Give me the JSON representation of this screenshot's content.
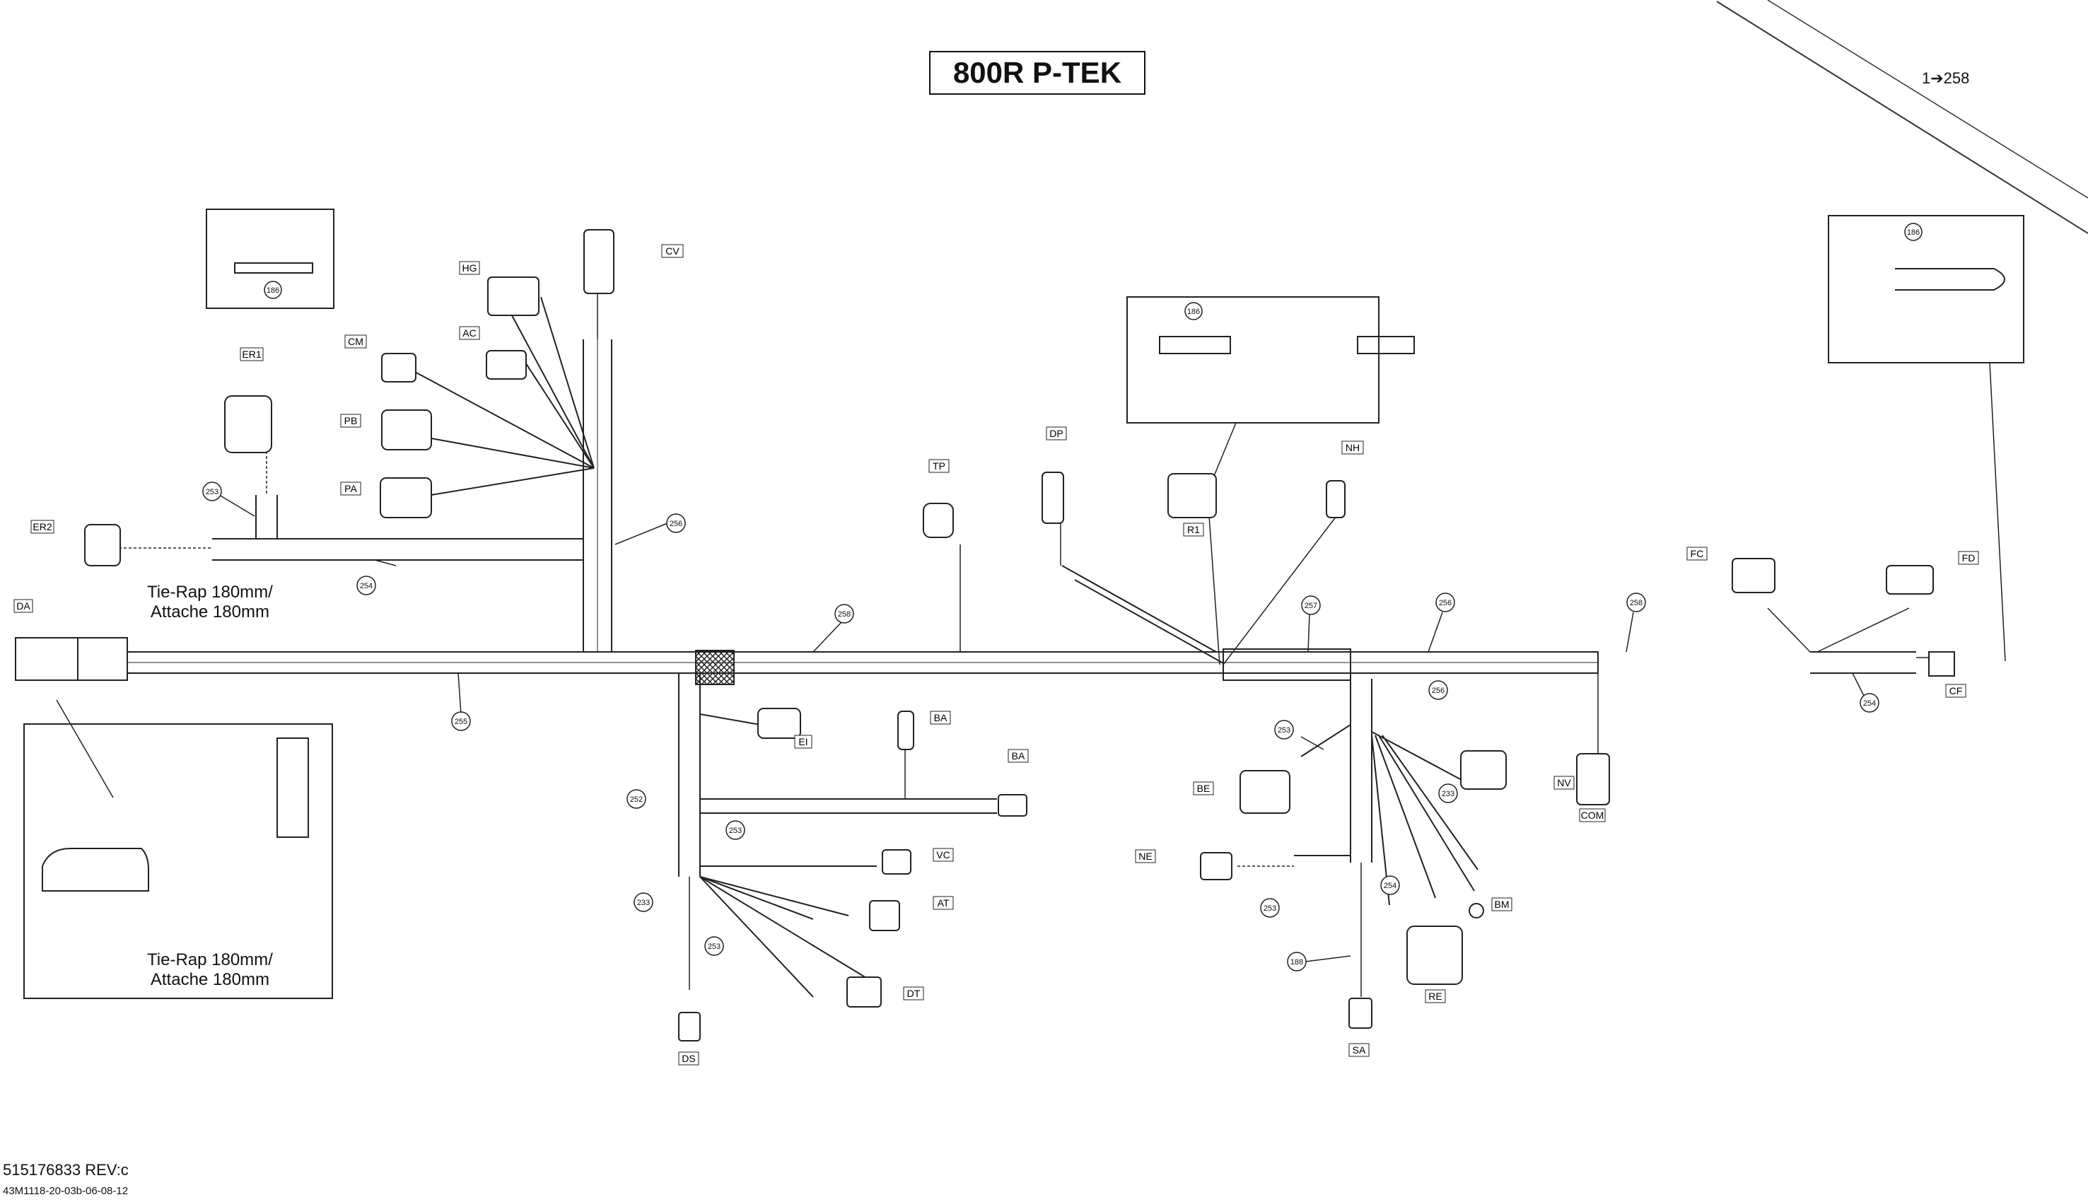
{
  "title": "800R P-TEK",
  "ref_text": "1➔258",
  "tie_rap_top": [
    "Tie-Rap 180mm/",
    "Attache 180mm"
  ],
  "tie_rap_bottom": [
    "Tie-Rap 180mm/",
    "Attache 180mm"
  ],
  "doc_number": "515176833 REV:c",
  "doc_sub": "43M1118-20-03b-06-08-12",
  "connectors": [
    {
      "code": "DA"
    },
    {
      "code": "ER2"
    },
    {
      "code": "ER1"
    },
    {
      "code": "CM"
    },
    {
      "code": "PB"
    },
    {
      "code": "PA"
    },
    {
      "code": "HG"
    },
    {
      "code": "AC"
    },
    {
      "code": "CV"
    },
    {
      "code": "TP"
    },
    {
      "code": "DP"
    },
    {
      "code": "R1"
    },
    {
      "code": "NH"
    },
    {
      "code": "FC"
    },
    {
      "code": "FD"
    },
    {
      "code": "CF"
    },
    {
      "code": "EI"
    },
    {
      "code": "BA"
    },
    {
      "code": "BA"
    },
    {
      "code": "VC"
    },
    {
      "code": "AT"
    },
    {
      "code": "DT"
    },
    {
      "code": "DS"
    },
    {
      "code": "BE"
    },
    {
      "code": "NE"
    },
    {
      "code": "NV"
    },
    {
      "code": "COM"
    },
    {
      "code": "BM"
    },
    {
      "code": "RE"
    },
    {
      "code": "SA"
    }
  ],
  "callouts": [
    "253",
    "254",
    "256",
    "258",
    "255",
    "252",
    "253",
    "253",
    "233",
    "257",
    "256",
    "256",
    "258",
    "254",
    "253",
    "233",
    "254",
    "253",
    "188",
    "186",
    "186",
    "186"
  ]
}
